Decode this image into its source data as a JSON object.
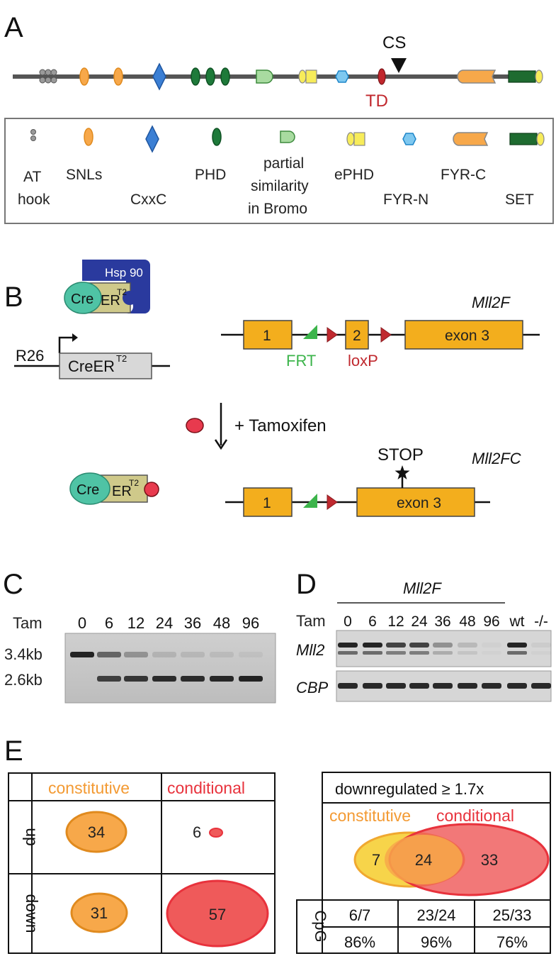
{
  "panels": {
    "A": {
      "letter": "A",
      "cs_label": "CS",
      "td_label": "TD",
      "legend": {
        "at_hook": [
          "AT",
          "hook"
        ],
        "snls": "SNLs",
        "cxxc": "CxxC",
        "phd": "PHD",
        "bromo": [
          "partial",
          "similarity",
          "in Bromo"
        ],
        "ephd": "ePHD",
        "fyr_n": "FYR-N",
        "fyr_c": "FYR-C",
        "set": "SET"
      }
    },
    "B": {
      "letter": "B",
      "hsp90": "Hsp 90",
      "cre": "Cre",
      "er_base": "ER",
      "er_sup": "T2",
      "r26": "R26",
      "creer_base": "CreER",
      "creer_sup": "T2",
      "allele_top": "Mll2F",
      "allele_bottom": "Mll2FC",
      "exon1": "1",
      "exon2": "2",
      "exon3": "exon 3",
      "frt": "FRT",
      "loxp": "loxP",
      "tamoxifen": "+ Tamoxifen",
      "stop": "STOP"
    },
    "C": {
      "letter": "C",
      "tam": "Tam",
      "lanes": [
        "0",
        "6",
        "12",
        "24",
        "36",
        "48",
        "96"
      ],
      "band_upper": "3.4kb",
      "band_lower": "2.6kb"
    },
    "D": {
      "letter": "D",
      "group": "Mll2F",
      "tam": "Tam",
      "lanes": [
        "0",
        "6",
        "12",
        "24",
        "36",
        "48",
        "96",
        "wt",
        "-/-"
      ],
      "row1": "Mll2",
      "row2": "CBP"
    },
    "E": {
      "letter": "E",
      "table": {
        "col1": "constitutive",
        "col2": "conditional",
        "row1": "up",
        "row2": "down",
        "up_constitutive": "34",
        "up_conditional": "6",
        "down_constitutive": "31",
        "down_conditional": "57"
      },
      "venn": {
        "title": "downregulated ≥ 1.7x",
        "label_left": "constitutive",
        "label_right": "conditional",
        "only_left": "7",
        "overlap": "24",
        "only_right": "33",
        "cpg_label": "CpG",
        "cpg_counts": [
          "6/7",
          "23/24",
          "25/33"
        ],
        "cpg_percent": [
          "86%",
          "96%",
          "76%"
        ]
      }
    }
  },
  "colors": {
    "orange": "#f7a84a",
    "orange_stroke": "#e08a1e",
    "blue": "#3b7fd4",
    "green": "#1e7a3a",
    "light_green": "#a8dba0",
    "yellow": "#f7ec5a",
    "cyan": "#7ec8f0",
    "red": "#c1272d",
    "exon": "#f3ae1d",
    "teal": "#4fc3a5",
    "khaki": "#cfc98a",
    "navy": "#2a3a9e",
    "pink": "#e83a4e",
    "frt_green": "#3cb44b",
    "loxp_red": "#c0292f",
    "cond_red": "#ef5a5a",
    "cond_text": "#e8323c",
    "const_text": "#f39a33"
  }
}
